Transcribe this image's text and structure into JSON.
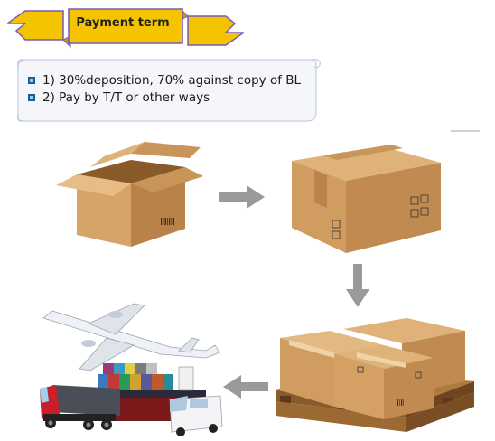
{
  "banner": {
    "title": "Payment term"
  },
  "terms": [
    {
      "text": "1) 30%deposition, 70% against copy of BL"
    },
    {
      "text": "2) Pay by T/T or other ways"
    }
  ],
  "flow": {
    "steps": [
      "open-box",
      "sealed-box",
      "palletized-boxes",
      "transport"
    ],
    "arrow_color": "#9a9a9a"
  },
  "colors": {
    "banner_fill": "#f5c400",
    "banner_stroke": "#7a5ab8",
    "box_main": "#c8955a",
    "box_dark": "#a87440",
    "box_light": "#dfb27a"
  }
}
